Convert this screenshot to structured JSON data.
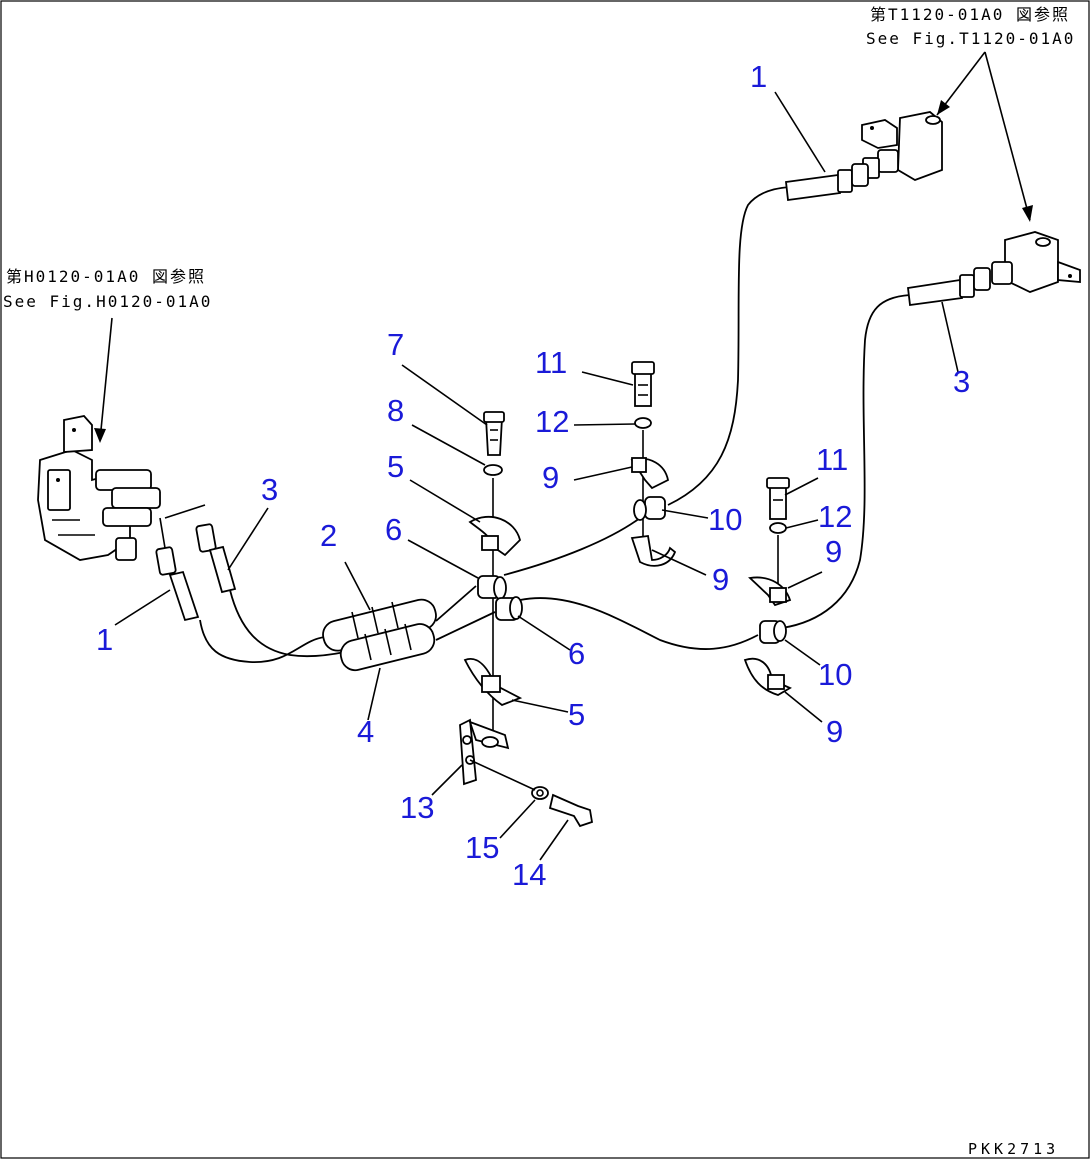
{
  "references": {
    "top_right": {
      "line1": "第T1120-01A0 図参照",
      "line2": "See Fig.T1120-01A0"
    },
    "left": {
      "line1": "第H0120-01A0 図参照",
      "line2": "See Fig.H0120-01A0"
    }
  },
  "callouts": {
    "c1_top": "1",
    "c3_right": "3",
    "c3_left": "3",
    "c1_left": "1",
    "c2": "2",
    "c4": "4",
    "c7": "7",
    "c8": "8",
    "c5_top": "5",
    "c6_top": "6",
    "c6_bottom": "6",
    "c5_bottom": "5",
    "c11_top": "11",
    "c12_top": "12",
    "c9_top": "9",
    "c10_top": "10",
    "c9_mid": "9",
    "c11_right": "11",
    "c12_right": "12",
    "c9_right": "9",
    "c10_right": "10",
    "c9_bottom": "9",
    "c13": "13",
    "c15": "15",
    "c14": "14"
  },
  "drawing_code": "PKK2713",
  "colors": {
    "callout": "#1a1ad8",
    "line": "#000000",
    "background": "#ffffff"
  }
}
